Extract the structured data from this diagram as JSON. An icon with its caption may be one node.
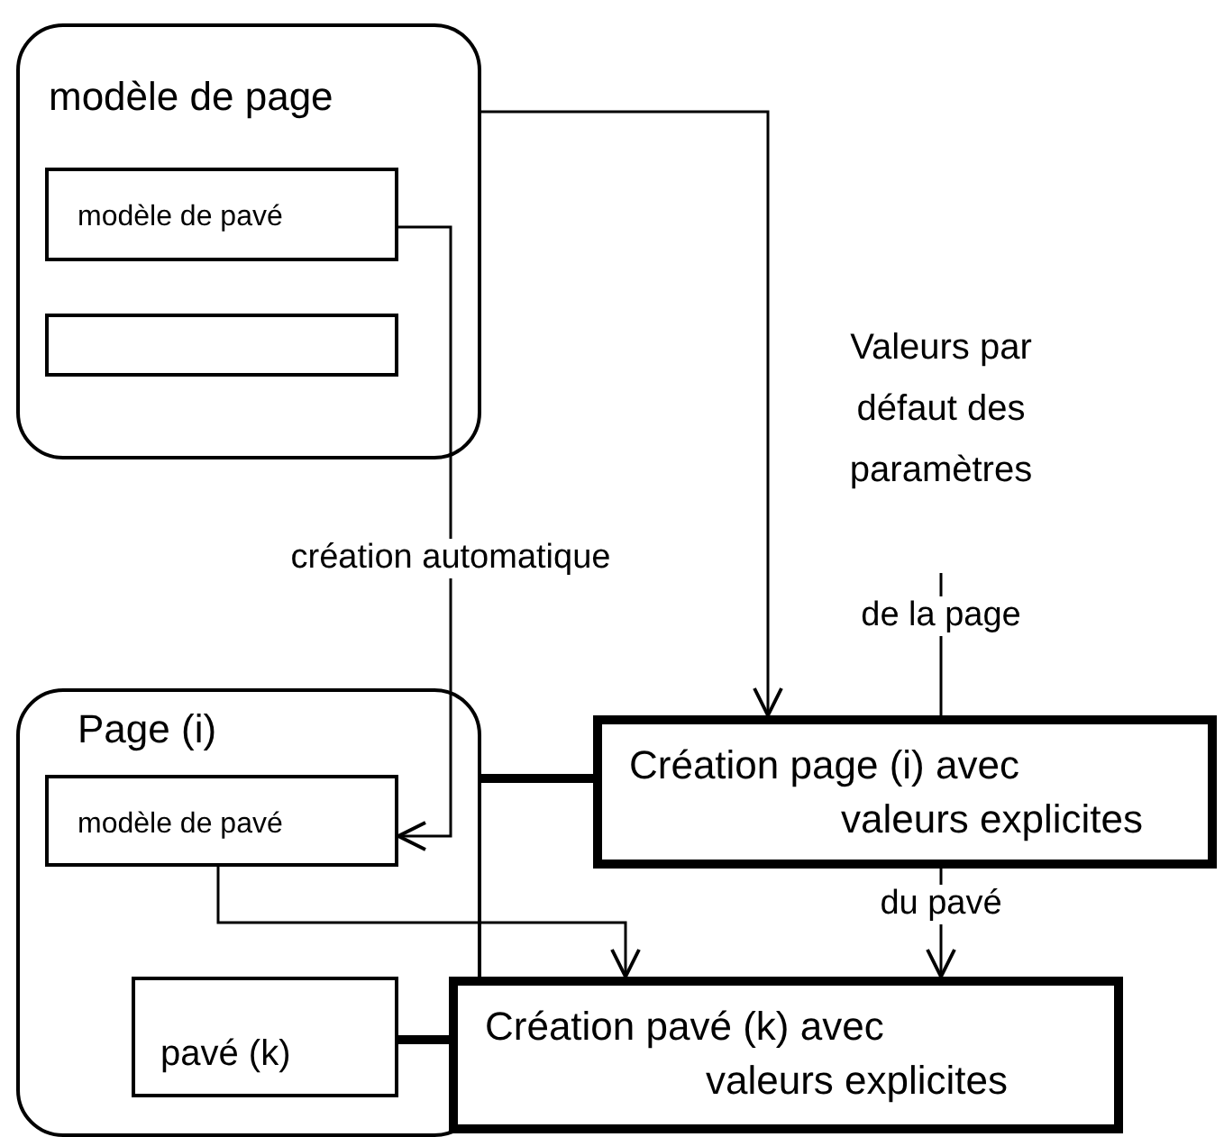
{
  "diagram": {
    "nodes": [
      {
        "text": [
          "modèle de page"
        ]
      },
      {
        "text": [
          "modèle de pavé"
        ],
        "in": 0
      },
      {
        "text": [],
        "shape": "box",
        "in": 0
      },
      {
        "text": [
          "Page (i)"
        ]
      },
      {
        "text": [
          "modèle de pavé"
        ],
        "in": 3
      },
      {
        "text": [
          "pavé (k)"
        ],
        "in": 3
      },
      {
        "text": [
          "Création page (i) avec valeurs explicites"
        ]
      },
      {
        "text": [
          "Création pavé (k) avec valeurs explicites"
        ]
      },
      {
        "text": [
          "Valeurs par défaut des paramètres"
        ]
      }
    ],
    "edges": [
      {
        "from": 0,
        "to": 6,
        "arrow": "to"
      },
      {
        "from": 1,
        "to": 4,
        "arrow": "to",
        "label": "création automatique"
      },
      {
        "from": 8,
        "to": 6,
        "arrow": "none",
        "label": "de la page"
      },
      {
        "from": 3,
        "to": 6,
        "arrow": "none",
        "style": "thick"
      },
      {
        "from": 4,
        "to": 7,
        "arrow": "to"
      },
      {
        "from": 6,
        "to": 7,
        "arrow": "to",
        "label": "du pavé"
      },
      {
        "from": 5,
        "to": 7,
        "arrow": "none",
        "style": "thick"
      }
    ]
  }
}
